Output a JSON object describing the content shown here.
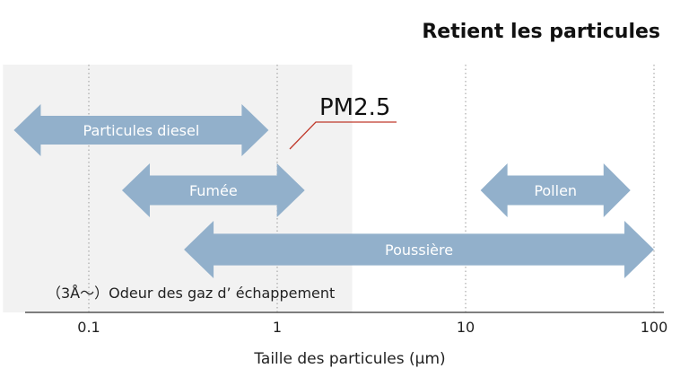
{
  "title": "Retient les particules",
  "callout": {
    "label": "PM2.5",
    "value": 2.5
  },
  "note": "（3Å～）Odeur des gaz d’ échappement",
  "axis": {
    "label": "Taille des particules (μm)",
    "scale": "log",
    "ticks": [
      {
        "value": 0.1,
        "label": "0.1"
      },
      {
        "value": 1,
        "label": "1"
      },
      {
        "value": 10,
        "label": "10"
      },
      {
        "value": 100,
        "label": "100"
      }
    ]
  },
  "shaded_range": {
    "from": 0.035,
    "to": 2.5
  },
  "ranges": [
    {
      "name": "Particules diesel",
      "from": 0.04,
      "to": 0.9
    },
    {
      "name": "Fumée",
      "from": 0.15,
      "to": 1.4
    },
    {
      "name": "Pollen",
      "from": 12,
      "to": 75
    },
    {
      "name": "Poussière",
      "from": 0.32,
      "to": 100
    }
  ],
  "colors": {
    "arrow": "#92b0cb",
    "shade": "#f2f2f2",
    "callout_line": "#c0392b",
    "axis": "#555555"
  }
}
